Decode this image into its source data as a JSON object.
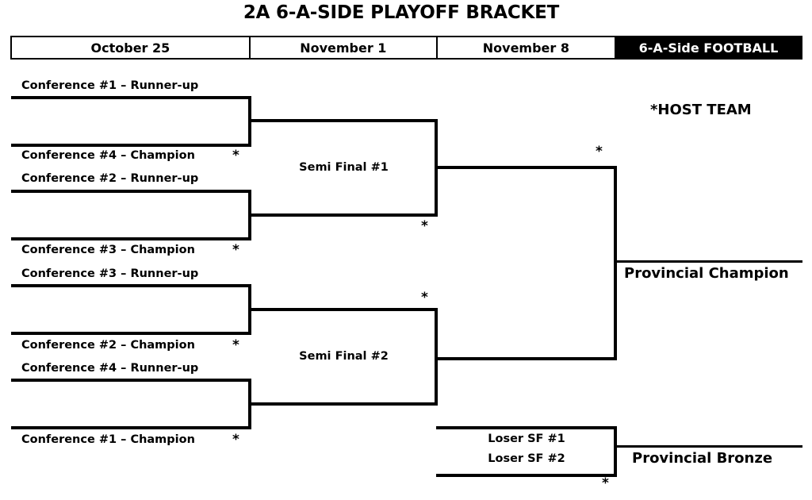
{
  "title": "2A 6-A-SIDE PLAYOFF BRACKET",
  "host_note": "*HOST TEAM",
  "star": "*",
  "colors": {
    "line": "#000000",
    "background": "#ffffff",
    "header_highlight_bg": "#000000",
    "header_highlight_text": "#ffffff"
  },
  "rounds": [
    {
      "label": "October 25"
    },
    {
      "label": "November 1"
    },
    {
      "label": "November 8"
    },
    {
      "label": "6-A-Side FOOTBALL"
    }
  ],
  "round1": {
    "matches": [
      {
        "top_team": "Conference #1 – Runner-up",
        "bottom_team": "Conference #4 – Champion",
        "top_host": false,
        "bottom_host": true
      },
      {
        "top_team": "Conference #2 – Runner-up",
        "bottom_team": "Conference #3 – Champion",
        "top_host": false,
        "bottom_host": true
      },
      {
        "top_team": "Conference #3 – Runner-up",
        "bottom_team": "Conference #2 – Champion",
        "top_host": false,
        "bottom_host": true
      },
      {
        "top_team": "Conference #4 – Runner-up",
        "bottom_team": "Conference #1 – Champion",
        "top_host": false,
        "bottom_host": true
      }
    ]
  },
  "round2": {
    "matches": [
      {
        "label": "Semi Final #1",
        "host": true
      },
      {
        "label": "Semi Final #2",
        "host": true
      }
    ]
  },
  "round3": {
    "final": {
      "outcome": "Provincial Champion",
      "host": true
    },
    "bronze": {
      "top_team": "Loser SF #1",
      "bottom_team": "Loser SF #2",
      "outcome": "Provincial Bronze",
      "host": true
    }
  }
}
